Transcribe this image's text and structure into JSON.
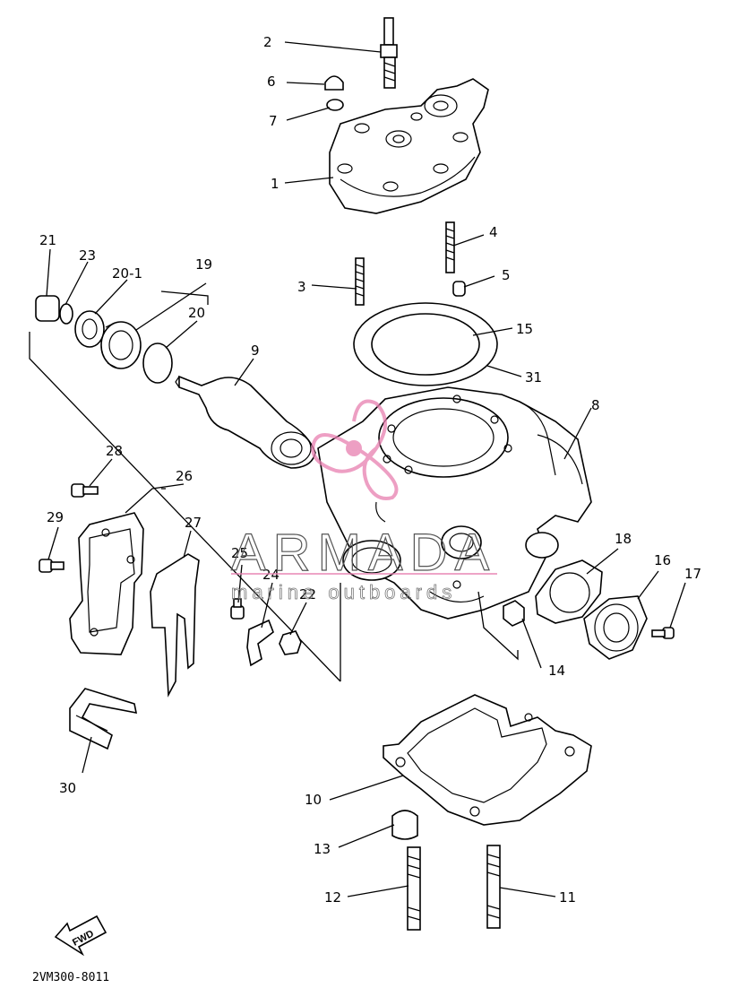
{
  "watermark": {
    "brand": "ARMADA",
    "tagline": "marine outboards",
    "logo_color": "#e87fb0"
  },
  "diagram_code": "2VM300-8011",
  "fwd_label": "FWD",
  "callouts": {
    "c1": "1",
    "c2": "2",
    "c3": "3",
    "c4": "4",
    "c5": "5",
    "c6": "6",
    "c7": "7",
    "c8": "8",
    "c9": "9",
    "c10": "10",
    "c11": "11",
    "c12": "12",
    "c13": "13",
    "c14": "14",
    "c15": "15",
    "c16": "16",
    "c17": "17",
    "c18": "18",
    "c19": "19",
    "c20": "20",
    "c20_1": "20-1",
    "c21": "21",
    "c22": "22",
    "c23": "23",
    "c24": "24",
    "c25": "25",
    "c26": "26",
    "c27": "27",
    "c28": "28",
    "c29": "29",
    "c30": "30",
    "c31": "31"
  }
}
